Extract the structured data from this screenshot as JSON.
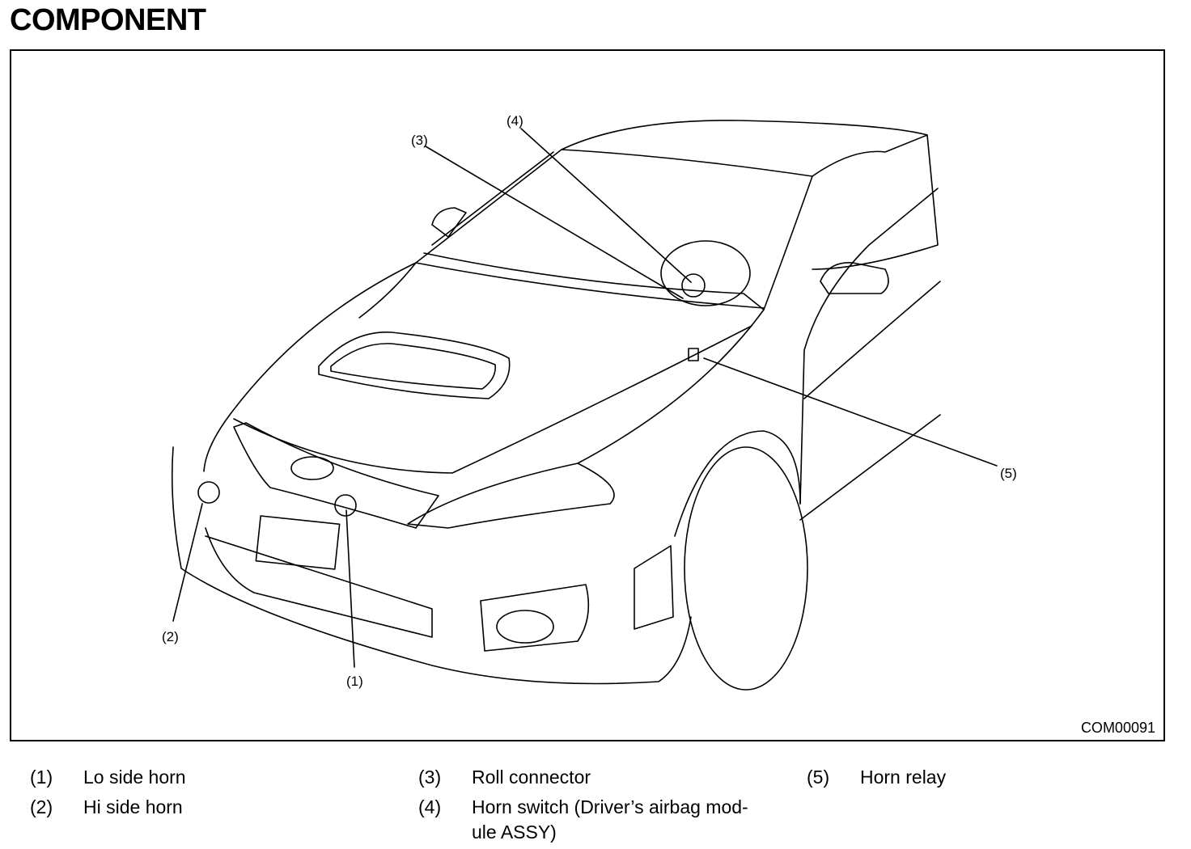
{
  "title": "COMPONENT",
  "diagram_code": "COM00091",
  "callouts": [
    "(1)",
    "(2)",
    "(3)",
    "(4)",
    "(5)"
  ],
  "legend": [
    {
      "num": "(1)",
      "text": "Lo side horn"
    },
    {
      "num": "(2)",
      "text": "Hi side horn"
    },
    {
      "num": "(3)",
      "text": "Roll connector"
    },
    {
      "num": "(4)",
      "text": "Horn switch (Driver’s airbag mod-\nule ASSY)"
    },
    {
      "num": "(5)",
      "text": "Horn relay"
    }
  ]
}
